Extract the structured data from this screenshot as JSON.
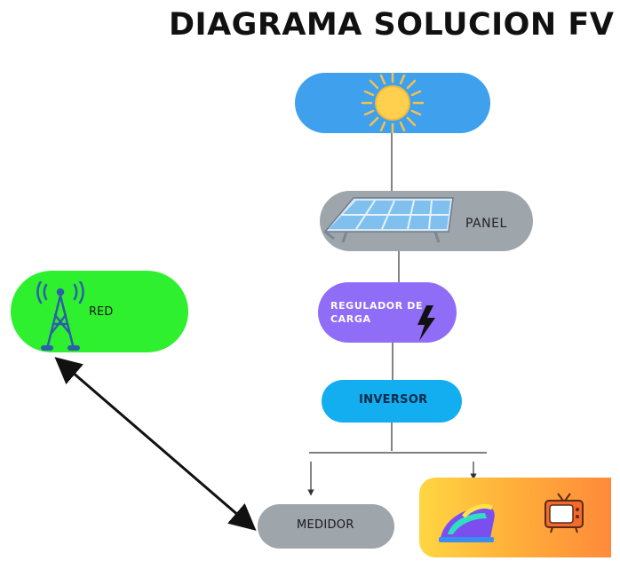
{
  "title": "DIAGRAMA SOLUCION FV",
  "nodes": {
    "sun": {
      "icon": "sun-icon"
    },
    "panel": {
      "label": "PANEL",
      "icon": "solar-panel-icon"
    },
    "regulator": {
      "label_line1": "REGULADOR DE",
      "label_line2": "CARGA",
      "icon": "lightning-bolt-icon"
    },
    "inverter": {
      "label": "INVERSOR"
    },
    "grid": {
      "label": "RED",
      "icon": "transmission-tower-icon"
    },
    "meter": {
      "label": "MEDIDOR"
    },
    "loads": {
      "icons": [
        "clothes-iron-icon",
        "television-icon"
      ]
    }
  },
  "colors": {
    "sun_box": "#3fa0ee",
    "panel_box": "#9ea5ab",
    "regulator_box": "#8f6df7",
    "inverter_box": "#12aef0",
    "grid_box": "#2ff02e",
    "meter_box": "#9ea5ab",
    "loads_gradient_start": "#ffd642",
    "loads_gradient_end": "#ff8a3a"
  }
}
